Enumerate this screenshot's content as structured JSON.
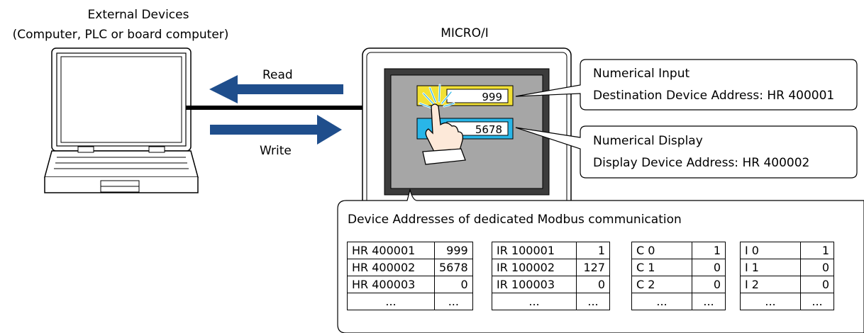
{
  "external": {
    "title_line1": "External Devices",
    "title_line2": "(Computer, PLC or board computer)"
  },
  "micro": {
    "title": "MICRO/I"
  },
  "arrows": {
    "read": "Read",
    "write": "Write",
    "read_color": "#1f4e8c"
  },
  "screen": {
    "input_value": "999",
    "display_value": "5678",
    "input_color": "#f2e135",
    "display_color": "#29b6e8"
  },
  "callouts": {
    "input": {
      "title": "Numerical Input",
      "detail": "Destination Device Address: HR 400001"
    },
    "display": {
      "title": "Numerical Display",
      "detail": "Display Device Address: HR 400002"
    }
  },
  "device_box": {
    "title": "Device Addresses of dedicated Modbus communication",
    "tables": [
      {
        "rows": [
          [
            "HR 400001",
            "999"
          ],
          [
            "HR 400002",
            "5678"
          ],
          [
            "HR 400003",
            "0"
          ],
          [
            "...",
            "..."
          ]
        ]
      },
      {
        "rows": [
          [
            "IR 100001",
            "1"
          ],
          [
            "IR 100002",
            "127"
          ],
          [
            "IR 100003",
            "0"
          ],
          [
            "...",
            "..."
          ]
        ]
      },
      {
        "rows": [
          [
            "C 0",
            "1"
          ],
          [
            "C 1",
            "0"
          ],
          [
            "C 2",
            "0"
          ],
          [
            "...",
            "..."
          ]
        ]
      },
      {
        "rows": [
          [
            "I 0",
            "1"
          ],
          [
            "I 1",
            "0"
          ],
          [
            "I 2",
            "0"
          ],
          [
            "...",
            "..."
          ]
        ]
      }
    ]
  }
}
